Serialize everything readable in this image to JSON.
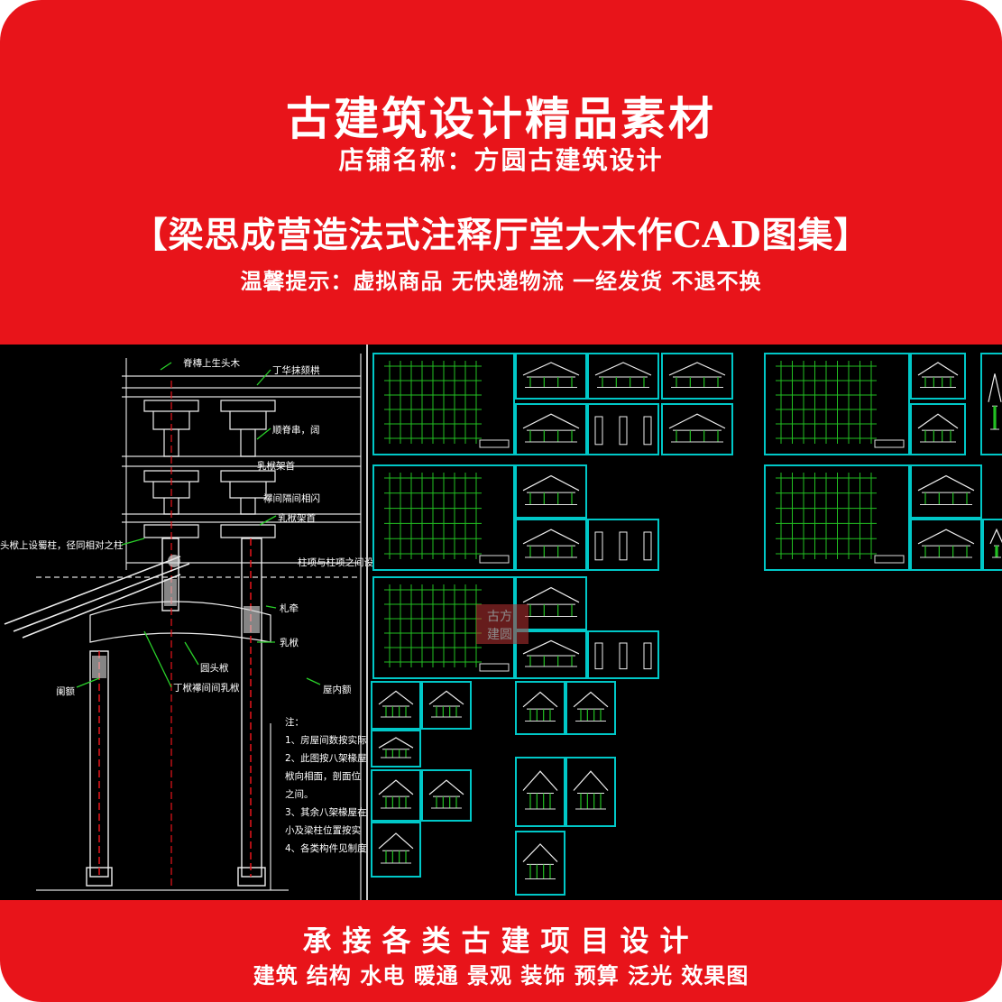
{
  "header": {
    "title": "古建筑设计精品素材",
    "shop_line": "店铺名称：方圆古建筑设计",
    "collection_title": "【梁思成营造法式注释厅堂大木作CAD图集】",
    "tip_line": "温馨提示：虚拟商品 无快递物流 一经发货 不退不换"
  },
  "drawing": {
    "labels": {
      "l1": "脊槫上生头木",
      "l2": "丁华抹颏栱",
      "l3": "顺脊串，阔",
      "l4": "乳栿架首",
      "l5": "襻间隔间相闪",
      "l6": "乳栿架首",
      "l7": "头栿上设蜀柱，径同相对之柱",
      "l8": "柱项与柱项之间设",
      "l9": "札牵",
      "l10": "圆头栿",
      "l11": "乳栿",
      "l12": "阑额",
      "l13": "丁栿襻间间乳栿",
      "l14": "屋内额"
    },
    "notes": [
      "注：",
      "1、房屋间数按实际",
      "2、此图按八架椽屋",
      "栿向相面，剖面位",
      "之间。",
      "3、其余八架椽屋在",
      "小及梁柱位置按实",
      "4、各类构件见制度"
    ],
    "stamp": [
      "古方",
      "建圆"
    ]
  },
  "footer": {
    "line1": "承接各类古建项目设计",
    "line2": "建筑 结构 水电 暖通 景观 装饰 预算 泛光 效果图"
  },
  "colors": {
    "background_red": "#e8141a",
    "cad_black": "#000000",
    "cad_cyan": "#00c8c8",
    "cad_green": "#22c022"
  }
}
